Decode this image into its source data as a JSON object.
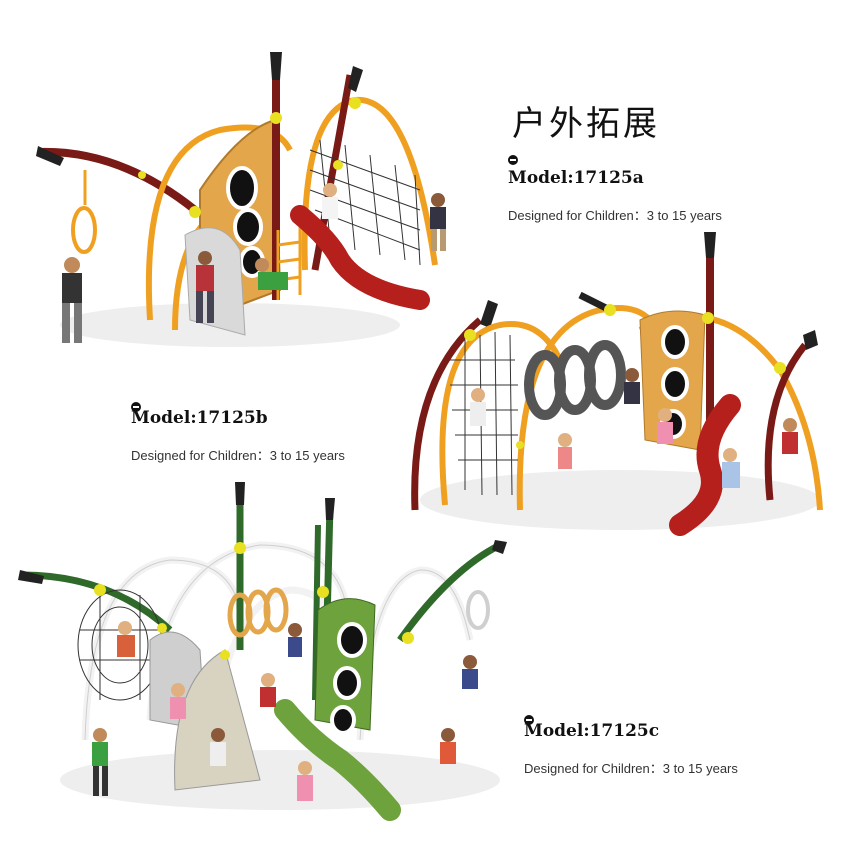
{
  "title": "户外拓展",
  "products": [
    {
      "model": "Model:17125a",
      "description": "Designed for Children：3 to 15 years"
    },
    {
      "model": "Model:17125b",
      "description": "Designed for Children：3 to 15 years"
    },
    {
      "model": "Model:17125c",
      "description": "Designed for Children：3 to 15 years"
    }
  ],
  "colors": {
    "orange_frame": "#f0a020",
    "dark_red_pole": "#7a1a16",
    "red_slide": "#b5201c",
    "tan_panel": "#e3a64a",
    "green_frame": "#2f6a2a",
    "green_panel": "#6ea23c",
    "white_frame": "#f2f2f2",
    "yellow_joint": "#e8e020"
  }
}
